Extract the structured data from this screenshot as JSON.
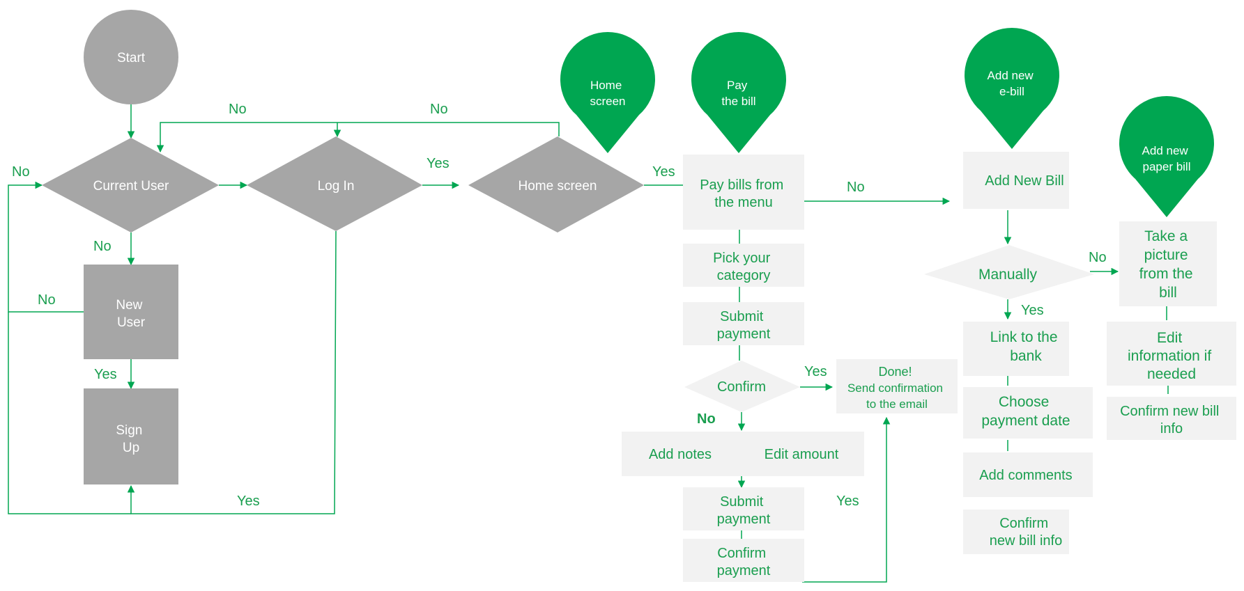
{
  "colors": {
    "green": "#00a651",
    "gray_dark": "#a6a6a6",
    "gray_light": "#f2f2f2",
    "text_green": "#1a9e4f",
    "text_white": "#ffffff"
  },
  "nodes": {
    "start": "Start",
    "current_user": "Current User",
    "log_in": "Log In",
    "home_screen": "Home screen",
    "new_user": [
      "New",
      "User"
    ],
    "sign_up": [
      "Sign",
      "Up"
    ],
    "pin_home": [
      "Home",
      "screen"
    ],
    "pin_pay": [
      "Pay",
      "the bill"
    ],
    "pin_ebill": [
      "Add new",
      "e-bill"
    ],
    "pin_paper": [
      "Add new",
      "paper bill"
    ],
    "pay_bills_menu": [
      "Pay bills from",
      "the menu"
    ],
    "pick_category": [
      "Pick your",
      "category"
    ],
    "submit_payment_1": [
      "Submit",
      "payment"
    ],
    "confirm": "Confirm",
    "done": [
      "Done!",
      "Send confirmation",
      "to the email"
    ],
    "add_notes": "Add notes",
    "edit_amount": "Edit amount",
    "submit_payment_2": [
      "Submit",
      "payment"
    ],
    "confirm_payment": [
      "Confirm",
      "payment"
    ],
    "add_new_bill": "Add New Bill",
    "manually": "Manually",
    "link_bank": [
      "Link to the",
      "bank"
    ],
    "choose_date": [
      "Choose",
      "payment date"
    ],
    "add_comments": "Add comments",
    "confirm_new_bill_1": [
      "Confirm",
      "new bill info"
    ],
    "take_picture": [
      "Take a",
      "picture",
      "from the",
      "bill"
    ],
    "edit_info": [
      "Edit",
      "information if",
      "needed"
    ],
    "confirm_new_bill_2": [
      "Confirm new bill",
      "info"
    ]
  },
  "edge_labels": {
    "no_top_1": "No",
    "no_top_2": "No",
    "no_left_loop": "No",
    "no_current_down": "No",
    "no_new_user_loop": "No",
    "yes_new_user": "Yes",
    "yes_bottom": "Yes",
    "yes_login": "Yes",
    "yes_home": "Yes",
    "no_pay_to_bill": "No",
    "yes_confirm": "Yes",
    "no_confirm": "No",
    "yes_confirm_payment": "Yes",
    "no_manually": "No",
    "yes_manually": "Yes"
  }
}
